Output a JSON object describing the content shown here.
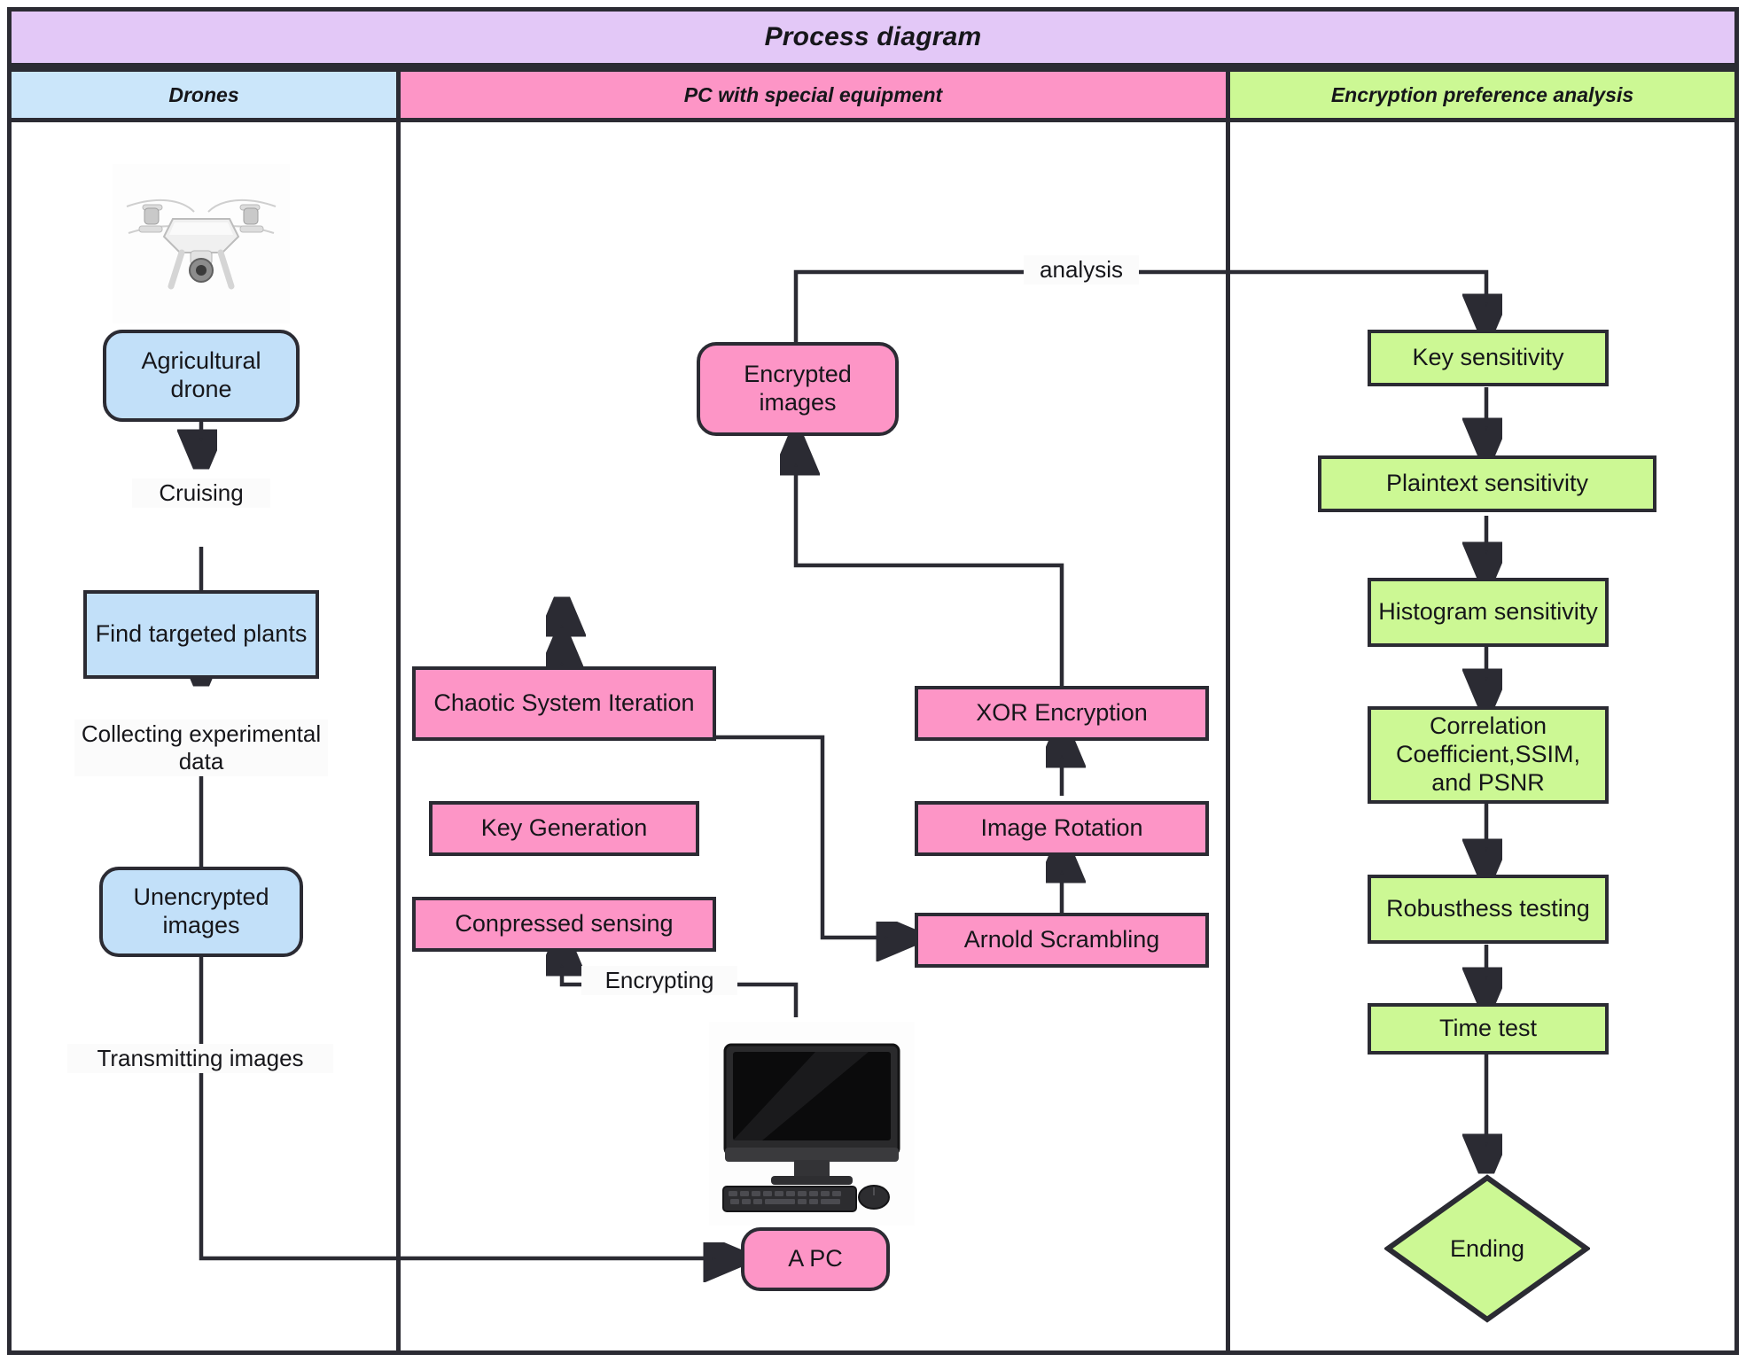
{
  "diagram": {
    "title": "Process diagram",
    "lanes": [
      {
        "id": "drones",
        "label": "Drones",
        "color": "#cbe6fa"
      },
      {
        "id": "pc",
        "label": "PC with special equipment",
        "color": "#fd95c6"
      },
      {
        "id": "analysis",
        "label": "Encryption preference analysis",
        "color": "#ccf894"
      }
    ],
    "nodes": {
      "agricultural_drone": "Agricultural drone",
      "find_targeted_plants": "Find targeted plants",
      "unencrypted_images": "Unencrypted images",
      "encrypted_images": "Encrypted images",
      "chaotic_system_iteration": "Chaotic System Iteration",
      "key_generation": "Key Generation",
      "conpressed_sensing": "Conpressed sensing",
      "xor_encryption": "XOR Encryption",
      "image_rotation": "Image Rotation",
      "arnold_scrambling": "Arnold Scrambling",
      "a_pc": "A PC",
      "key_sensitivity": "Key sensitivity",
      "plaintext_sensitivity": "Plaintext sensitivity",
      "histogram_sensitivity": "Histogram sensitivity",
      "correlation_metrics": "Correlation Coefficient,SSIM, and PSNR",
      "robusthess_testing": "Robusthess testing",
      "time_test": "Time test",
      "ending": "Ending"
    },
    "edge_labels": {
      "cruising": "Cruising",
      "collecting": "Collecting experimental data",
      "transmitting": "Transmitting images",
      "encrypting": "Encrypting",
      "analysis": "analysis"
    },
    "images": {
      "drone_photo": "quadcopter-drone-photo",
      "pc_photo": "desktop-computer-photo"
    },
    "colors": {
      "title_band": "#e3c8f7",
      "drones_lane": "#cbe6fa",
      "pc_lane": "#fd95c6",
      "analysis_lane": "#ccf894",
      "node_blue": "#c2e0f9",
      "node_pink": "#fd95c6",
      "node_green": "#ccf894",
      "stroke": "#2b2b33"
    }
  }
}
